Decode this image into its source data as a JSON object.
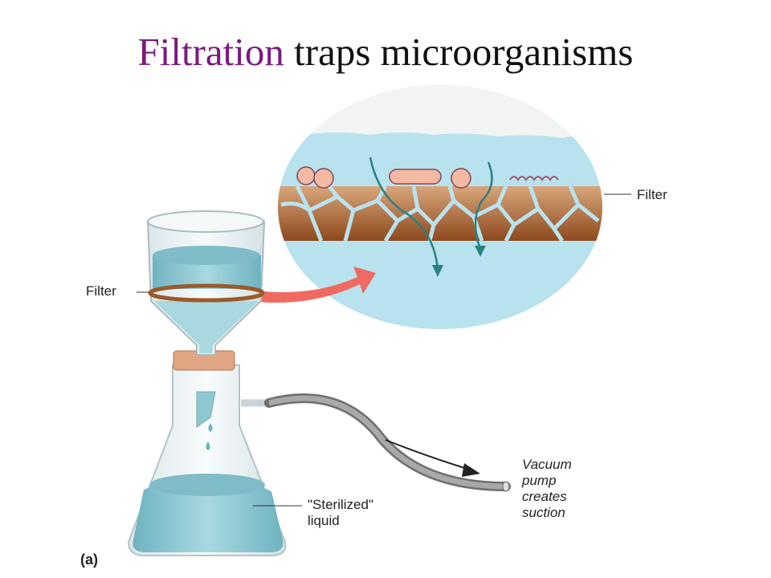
{
  "title": {
    "highlight": "Filtration",
    "rest": "traps microorganisms"
  },
  "labels": {
    "filter_left": "Filter",
    "filter_right": "Filter",
    "sterilized_line1": "\"Sterilized\"",
    "sterilized_line2": "liquid",
    "vacuum_line1": "Vacuum",
    "vacuum_line2": "pump",
    "vacuum_line3": "creates",
    "vacuum_line4": "suction",
    "panel": "(a)"
  },
  "colors": {
    "title_accent": "#7a1a80",
    "liquid": "#8ec9d3",
    "magnified_bg": "#b9e2ef",
    "filter_brown": "#a5632f",
    "arrow_red": "#ef6a62",
    "microbe": "#f6b9a3"
  }
}
